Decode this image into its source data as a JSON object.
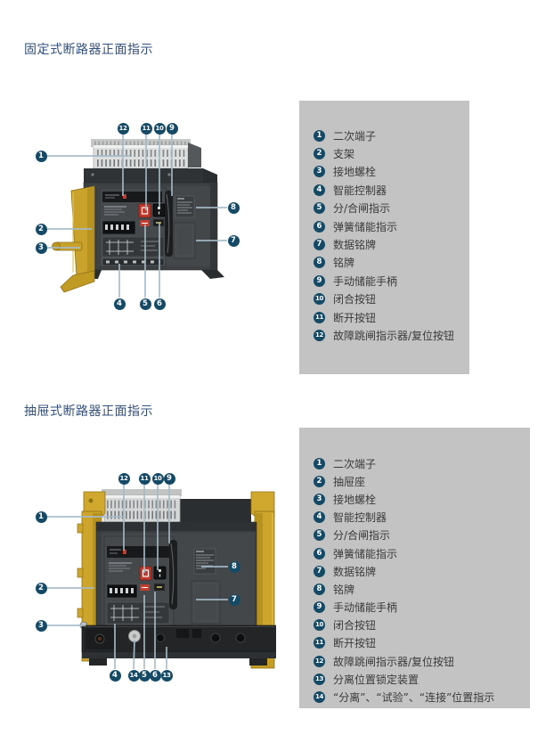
{
  "sections": [
    {
      "title": "固定式断路器正面指示",
      "callouts": [
        "12",
        "11",
        "10",
        "9",
        "1",
        "2",
        "3",
        "8",
        "7",
        "4",
        "5",
        "6"
      ],
      "legend": [
        {
          "num": "1",
          "label": "二次端子"
        },
        {
          "num": "2",
          "label": "支架"
        },
        {
          "num": "3",
          "label": "接地螺栓"
        },
        {
          "num": "4",
          "label": "智能控制器"
        },
        {
          "num": "5",
          "label": "分/合闸指示"
        },
        {
          "num": "6",
          "label": "弹簧储能指示"
        },
        {
          "num": "7",
          "label": "数据铭牌"
        },
        {
          "num": "8",
          "label": "铭牌"
        },
        {
          "num": "9",
          "label": "手动储能手柄"
        },
        {
          "num": "10",
          "label": "闭合按钮"
        },
        {
          "num": "11",
          "label": "断开按钮"
        },
        {
          "num": "12",
          "label": "故障跳闸指示器/复位按钮"
        }
      ]
    },
    {
      "title": "抽屉式断路器正面指示",
      "callouts": [
        "12",
        "11",
        "10",
        "9",
        "1",
        "2",
        "3",
        "8",
        "7",
        "4",
        "14",
        "5",
        "6",
        "13"
      ],
      "legend": [
        {
          "num": "1",
          "label": "二次端子"
        },
        {
          "num": "2",
          "label": "抽屉座"
        },
        {
          "num": "3",
          "label": "接地螺栓"
        },
        {
          "num": "4",
          "label": "智能控制器"
        },
        {
          "num": "5",
          "label": "分/合闸指示"
        },
        {
          "num": "6",
          "label": "弹簧储能指示"
        },
        {
          "num": "7",
          "label": "数据铭牌"
        },
        {
          "num": "8",
          "label": "铭牌"
        },
        {
          "num": "9",
          "label": "手动储能手柄"
        },
        {
          "num": "10",
          "label": "闭合按钮"
        },
        {
          "num": "11",
          "label": "断开按钮"
        },
        {
          "num": "12",
          "label": "故障跳闸指示器/复位按钮"
        },
        {
          "num": "13",
          "label": "分离位置锁定装置"
        },
        {
          "num": "14",
          "label": "“分离”、“试验”、“连接”位置指示"
        }
      ]
    }
  ],
  "colors": {
    "title_blue": "#33507d",
    "badge_navy": "#154a66",
    "legend_bg": "#c3c3c3",
    "leader_line": "#a6bbc8",
    "breaker_body": "#3d4043",
    "breaker_yellow": "#cda52c",
    "button_red": "#c0392b",
    "terminal_gray": "#d6d8d7"
  }
}
